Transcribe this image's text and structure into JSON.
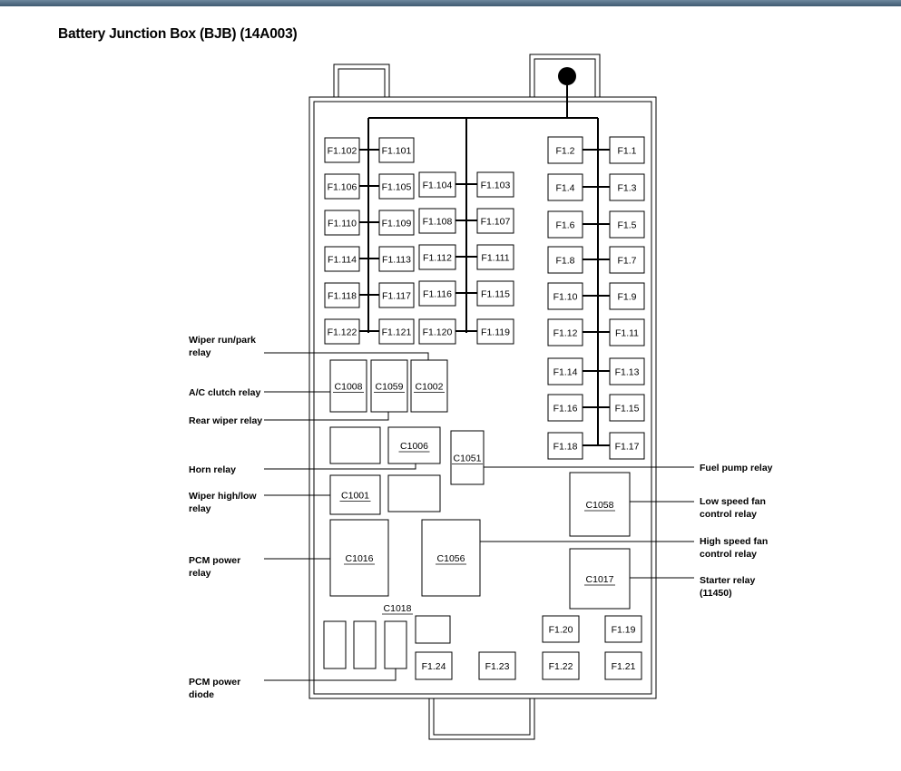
{
  "title": "Battery Junction Box (BJB) (14A003)",
  "fuses_left": [
    {
      "a": "F1.102",
      "b": "F1.101"
    },
    {
      "a": "F1.106",
      "b": "F1.105"
    },
    {
      "a": "F1.110",
      "b": "F1.109"
    },
    {
      "a": "F1.114",
      "b": "F1.113"
    },
    {
      "a": "F1.118",
      "b": "F1.117"
    },
    {
      "a": "F1.122",
      "b": "F1.121"
    }
  ],
  "fuses_mid": [
    {
      "a": "F1.104",
      "b": "F1.103"
    },
    {
      "a": "F1.108",
      "b": "F1.107"
    },
    {
      "a": "F1.112",
      "b": "F1.111"
    },
    {
      "a": "F1.116",
      "b": "F1.115"
    },
    {
      "a": "F1.120",
      "b": "F1.119"
    }
  ],
  "fuses_right": [
    {
      "a": "F1.2",
      "b": "F1.1"
    },
    {
      "a": "F1.4",
      "b": "F1.3"
    },
    {
      "a": "F1.6",
      "b": "F1.5"
    },
    {
      "a": "F1.8",
      "b": "F1.7"
    },
    {
      "a": "F1.10",
      "b": "F1.9"
    },
    {
      "a": "F1.12",
      "b": "F1.11"
    },
    {
      "a": "F1.14",
      "b": "F1.13"
    },
    {
      "a": "F1.16",
      "b": "F1.15"
    },
    {
      "a": "F1.18",
      "b": "F1.17"
    }
  ],
  "fuses_bottom": [
    "F1.20",
    "F1.19",
    "F1.24",
    "F1.23",
    "F1.22",
    "F1.21"
  ],
  "connectors": {
    "c1008": "C1008",
    "c1059": "C1059",
    "c1002": "C1002",
    "c1006": "C1006",
    "c1051": "C1051",
    "c1001": "C1001",
    "c1058": "C1058",
    "c1016": "C1016",
    "c1056": "C1056",
    "c1017": "C1017",
    "c1018": "C1018"
  },
  "callouts_left": {
    "wiper_run_park": "Wiper run/park\nrelay",
    "ac_clutch": "A/C clutch relay",
    "rear_wiper": "Rear wiper relay",
    "horn": "Horn relay",
    "wiper_high_low": "Wiper high/low\nrelay",
    "pcm_power_relay": "PCM power\nrelay",
    "pcm_power_diode": "PCM power\ndiode"
  },
  "callouts_right": {
    "fuel_pump": "Fuel pump relay",
    "low_speed_fan": "Low speed fan\ncontrol relay",
    "high_speed_fan": "High speed fan\ncontrol relay",
    "starter": "Starter relay\n(11450)"
  }
}
